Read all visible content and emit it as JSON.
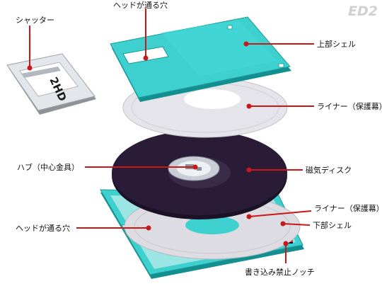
{
  "logo": "ED2",
  "labels": {
    "shutter": "シャッター",
    "head_hole_top": "ヘッドが通る穴",
    "upper_shell": "上部シェル",
    "liner_top": "ライナー（保護幕）",
    "hub": "ハブ（中心金具）",
    "magnetic_disk": "磁気ディスク",
    "liner_bottom": "ライナー（保護幕）",
    "head_hole_bottom": "ヘッドが通る穴",
    "lower_shell": "下部シェル",
    "write_protect": "書き込み禁止ノッチ"
  },
  "shutter_print": "2HD",
  "colors": {
    "shell": "#3ecfcf",
    "shell_dark": "#1a9a9a",
    "disk": "#2a1c36",
    "liner": "#d8d8de",
    "leader": "#c81818"
  }
}
